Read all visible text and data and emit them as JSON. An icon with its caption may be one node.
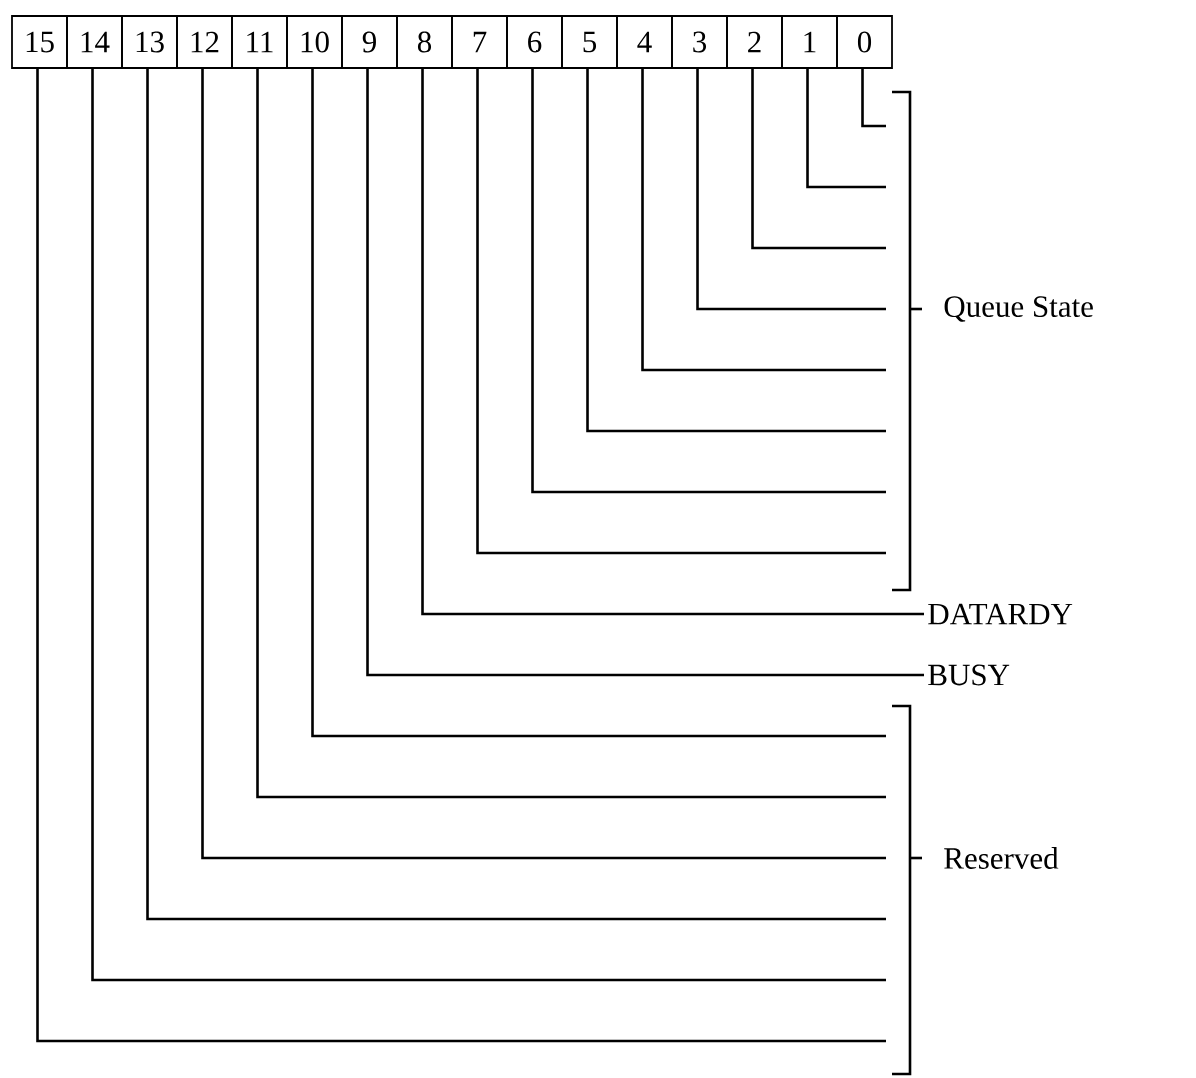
{
  "diagram": {
    "nodes": [
      {
        "text": [
          "15"
        ]
      },
      {
        "text": [
          "14"
        ]
      },
      {
        "text": [
          "13"
        ]
      },
      {
        "text": [
          "12"
        ]
      },
      {
        "text": [
          "11"
        ]
      },
      {
        "text": [
          "10"
        ]
      },
      {
        "text": [
          "9"
        ]
      },
      {
        "text": [
          "8"
        ]
      },
      {
        "text": [
          "7"
        ]
      },
      {
        "text": [
          "6"
        ]
      },
      {
        "text": [
          "5"
        ]
      },
      {
        "text": [
          "4"
        ]
      },
      {
        "text": [
          "3"
        ]
      },
      {
        "text": [
          "2"
        ]
      },
      {
        "text": [
          "1"
        ]
      },
      {
        "text": [
          "0"
        ]
      },
      {
        "text": [
          "Queue State"
        ]
      },
      {
        "text": [
          "DATARDY"
        ]
      },
      {
        "text": [
          "BUSY"
        ]
      },
      {
        "text": [
          "Reserved"
        ]
      }
    ],
    "edges": [
      {
        "from": 15,
        "to": 16,
        "arrow": "none"
      },
      {
        "from": 14,
        "to": 16,
        "arrow": "none"
      },
      {
        "from": 13,
        "to": 16,
        "arrow": "none"
      },
      {
        "from": 12,
        "to": 16,
        "arrow": "none"
      },
      {
        "from": 11,
        "to": 16,
        "arrow": "none"
      },
      {
        "from": 10,
        "to": 16,
        "arrow": "none"
      },
      {
        "from": 9,
        "to": 16,
        "arrow": "none"
      },
      {
        "from": 8,
        "to": 16,
        "arrow": "none"
      },
      {
        "from": 7,
        "to": 17,
        "arrow": "none"
      },
      {
        "from": 6,
        "to": 18,
        "arrow": "none"
      },
      {
        "from": 5,
        "to": 19,
        "arrow": "none"
      },
      {
        "from": 4,
        "to": 19,
        "arrow": "none"
      },
      {
        "from": 3,
        "to": 19,
        "arrow": "none"
      },
      {
        "from": 2,
        "to": 19,
        "arrow": "none"
      },
      {
        "from": 1,
        "to": 19,
        "arrow": "none"
      },
      {
        "from": 0,
        "to": 19,
        "arrow": "none"
      }
    ]
  }
}
